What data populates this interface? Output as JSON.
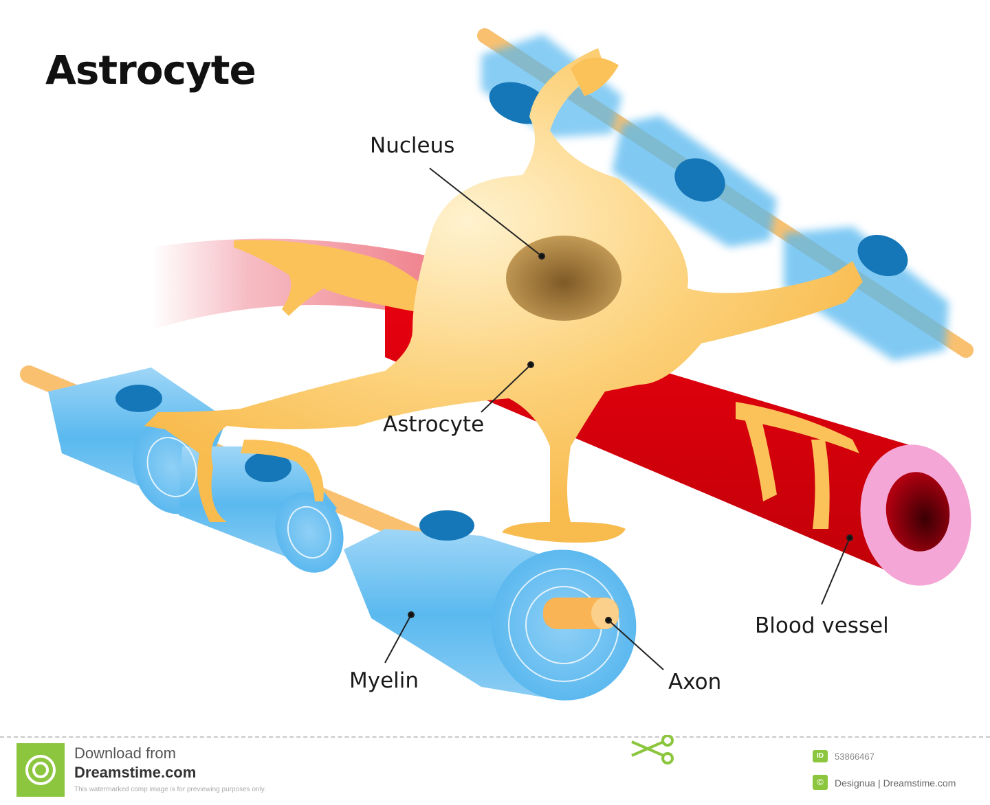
{
  "title": "Astrocyte",
  "labels": {
    "nucleus": "Nucleus",
    "astrocyte": "Astrocyte",
    "blood_vessel": "Blood vessel",
    "myelin": "Myelin",
    "axon": "Axon"
  },
  "footer": {
    "download_from": "Download from",
    "site": "Dreamstime.com",
    "disclaimer": "This watermarked comp image is for previewing purposes only.",
    "id_label": "ID",
    "image_id": "53866467",
    "credit": "Designua | Dreamstime.com"
  },
  "colors": {
    "astrocyte": "#fbc25a",
    "nucleus": "#a0783a",
    "blood_vessel": "#e00510",
    "blood_lumen": "#5a0008",
    "vessel_wall": "#f4a6d6",
    "myelin": "#56b8f0",
    "myelin_nucleus": "#1577b8",
    "axon": "#f9c070",
    "brand_green": "#8cc63e"
  }
}
